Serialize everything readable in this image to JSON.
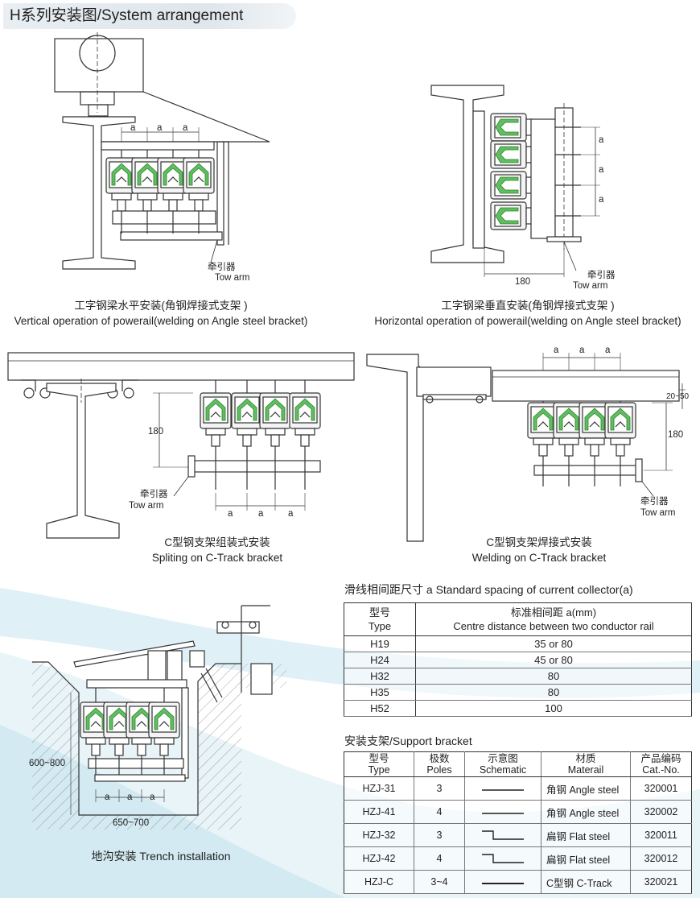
{
  "header": {
    "title": "H系列安装图/System arrangement"
  },
  "diagrams": {
    "vertical_i_beam": {
      "cn": "工字钢梁水平安装(角钢焊接式支架 )",
      "en": "Vertical operation of powerail(welding on Angle steel bracket)",
      "tow_cn": "牵引器",
      "tow_en": "Tow arm",
      "dim_a": "a"
    },
    "horizontal_i_beam": {
      "cn": "工字钢梁垂直安装(角钢焊接式支架 )",
      "en": "Horizontal operation of powerail(welding on Angle steel bracket)",
      "tow_cn": "牵引器",
      "tow_en": "Tow arm",
      "dim_a": "a",
      "dim_180": "180"
    },
    "c_track_split": {
      "cn": "C型钢支架组装式安装",
      "en": "Spliting on C-Track bracket",
      "tow_cn": "牵引器",
      "tow_en": "Tow arm",
      "dim_a": "a",
      "dim_180": "180"
    },
    "c_track_weld": {
      "cn": "C型钢支架焊接式安装",
      "en": "Welding on C-Track bracket",
      "tow_cn": "牵引器",
      "tow_en": "Tow arm",
      "dim_a": "a",
      "dim_180": "180",
      "dim_20_50": "20~50"
    },
    "trench": {
      "cn_en": "地沟安装 Trench installation",
      "dim_depth": "600~800",
      "dim_width": "650~700",
      "dim_a": "a"
    }
  },
  "spacing_table": {
    "heading": "滑线相间距尺寸  a Standard spacing of current collector(a)",
    "col_type_cn": "型号",
    "col_type_en": "Type",
    "col_dist_cn": "标准相间距 a(mm)",
    "col_dist_en": "Centre distance between two conductor rail",
    "rows": [
      {
        "type": "H19",
        "value": "35 or 80"
      },
      {
        "type": "H24",
        "value": "45 or 80"
      },
      {
        "type": "H32",
        "value": "80"
      },
      {
        "type": "H35",
        "value": "80"
      },
      {
        "type": "H52",
        "value": "100"
      }
    ]
  },
  "bracket_table": {
    "heading": "安装支架/Support bracket",
    "headers": [
      {
        "cn": "型号",
        "en": "Type"
      },
      {
        "cn": "极数",
        "en": "Poles"
      },
      {
        "cn": "示意图",
        "en": "Schematic"
      },
      {
        "cn": "材质",
        "en": "Materail"
      },
      {
        "cn": "产品编码",
        "en": "Cat.-No."
      }
    ],
    "rows": [
      {
        "type": "HZJ-31",
        "poles": "3",
        "schematic": "straight",
        "material": "角钢 Angle steel",
        "cat": "320001"
      },
      {
        "type": "HZJ-41",
        "poles": "4",
        "schematic": "straight",
        "material": "角钢 Angle steel",
        "cat": "320002"
      },
      {
        "type": "HZJ-32",
        "poles": "3",
        "schematic": "step",
        "material": "扁钢 Flat  steel",
        "cat": "320011"
      },
      {
        "type": "HZJ-42",
        "poles": "4",
        "schematic": "step",
        "material": "扁钢 Flat  steel",
        "cat": "320012"
      },
      {
        "type": "HZJ-C",
        "poles": "3~4",
        "schematic": "straight",
        "material": "C型钢 C-Track",
        "cat": "320021"
      }
    ]
  },
  "colors": {
    "collector_green": "#5fbf5f",
    "line": "#333333",
    "wave": "#cfe7f1"
  }
}
